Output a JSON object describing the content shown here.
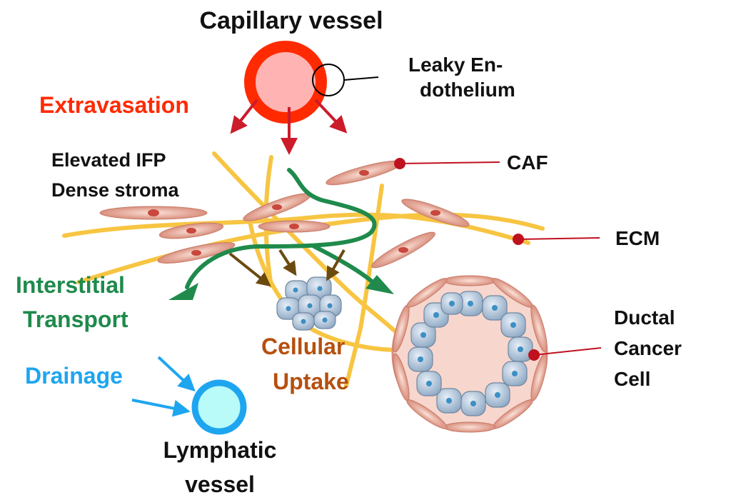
{
  "labels": {
    "capillary_vessel": "Capillary vessel",
    "leaky_line1": "Leaky En-",
    "leaky_line2": "dothelium",
    "extravasation": "Extravasation",
    "elevated_ifp": "Elevated IFP",
    "dense_stroma": "Dense stroma",
    "caf": "CAF",
    "ecm": "ECM",
    "interstitial_line1": "Interstitial",
    "interstitial_line2": "Transport",
    "cellular_line1": "Cellular",
    "cellular_line2": "Uptake",
    "drainage": "Drainage",
    "lymphatic_line1": "Lymphatic",
    "lymphatic_line2": "vessel",
    "ductal_line1": "Ductal",
    "ductal_line2": "Cancer",
    "ductal_line3": "Cell"
  },
  "colors": {
    "capillary_red": "#ff2a00",
    "vessel_lumen": "#ffb3b3",
    "extravasation_arrow": "#cc1b2b",
    "interstitial_green": "#1f8a4c",
    "uptake_brown": "#b5500f",
    "uptake_arrow": "#6b4a10",
    "drainage_blue": "#1ea5f0",
    "lymph_fill": "#b8fbf8",
    "ecm_yellow": "#f7c542",
    "caf_pink": "#e7a898",
    "cancer_cell": "#b7c9dc",
    "nucleus": "#3d8fc4",
    "marker_red": "#c0111f"
  }
}
